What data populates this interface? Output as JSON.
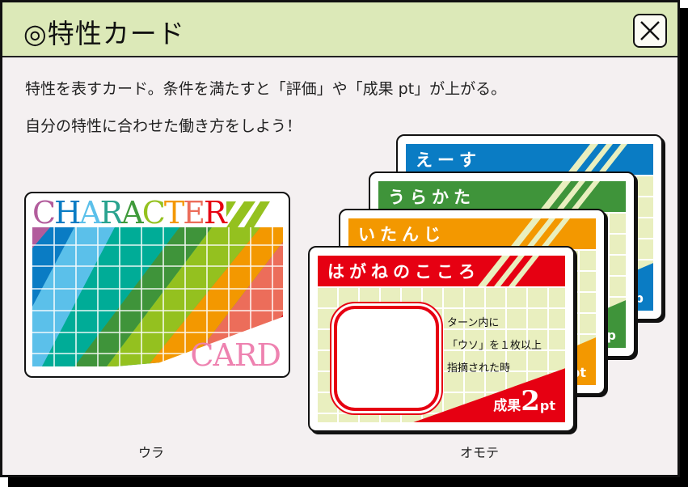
{
  "window": {
    "title": "◎特性カード",
    "close_icon": "close-x-icon"
  },
  "description": {
    "line1": "特性を表すカード。条件を満たすと「評価」や「成果 pt」が上がる。",
    "line2": "自分の特性に合わせた働き方をしよう！"
  },
  "back_card": {
    "title_word": "CHARACTER",
    "title_letters": [
      "C",
      "H",
      "A",
      "R",
      "A",
      "C",
      "T",
      "E",
      "R"
    ],
    "title_colors": [
      "#b25c9c",
      "#0a7cc4",
      "#5bc0ea",
      "#2aa38f",
      "#3f9a3a",
      "#94c11f",
      "#f39800",
      "#ec6d5a",
      "#e60012"
    ],
    "subtitle": "CARD",
    "subtitle_color": "#ee82b0",
    "stripe_colors": [
      "#b25c9c",
      "#0a7cc4",
      "#5bc0ea",
      "#00ac97",
      "#3f943a",
      "#94c11f",
      "#f39800",
      "#ec6d5a",
      "#e60012"
    ],
    "caption": "ウラ"
  },
  "front_cards": [
    {
      "name": "えーす",
      "color": "#0a7cc4",
      "corner_text": "up"
    },
    {
      "name": "うらかた",
      "color": "#3f943a",
      "corner_text": "p"
    },
    {
      "name": "いたんじ",
      "color": "#f39800",
      "corner_text": "pt"
    },
    {
      "name": "はがねのこころ",
      "color": "#e60012",
      "condition_lines": [
        "ターン内に",
        "「ウソ」を１枚以上",
        "指摘された時"
      ],
      "reward_label": "成果",
      "reward_value": "2",
      "reward_unit": "pt"
    }
  ],
  "front_caption": "オモテ",
  "colors": {
    "panel_bg": "#f4f0f1",
    "header_bg": "#dce9b8",
    "card_grid_bg": "#e9efbf"
  }
}
